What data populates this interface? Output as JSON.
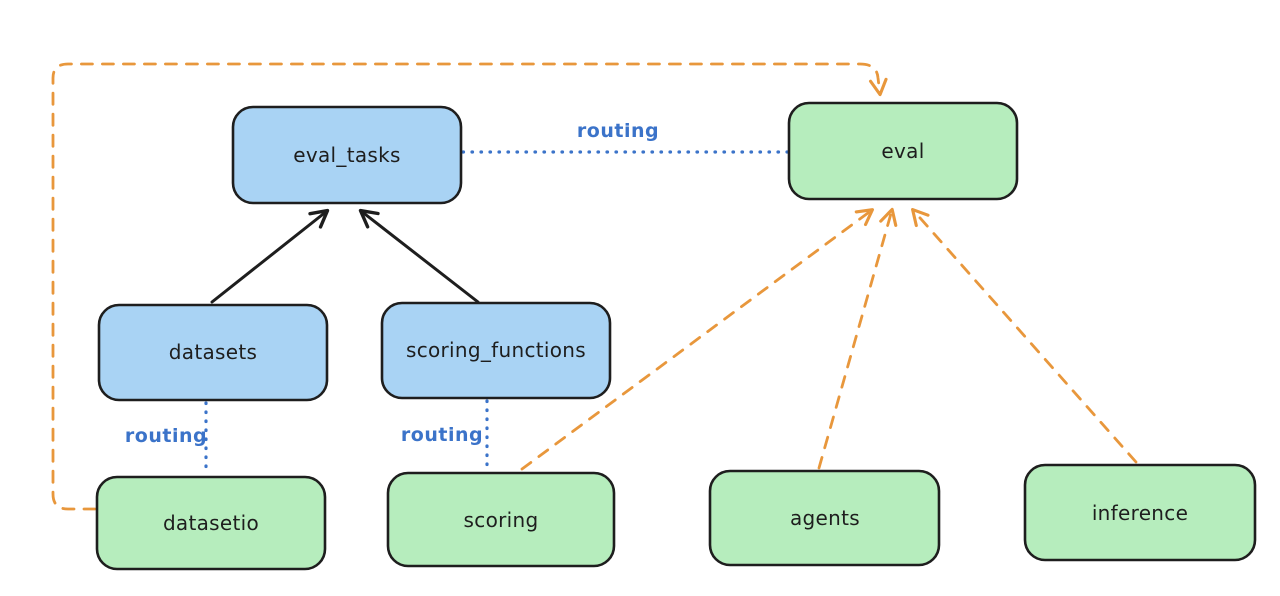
{
  "diagram": {
    "colors": {
      "bg": "#ffffff",
      "ink": "#1e1e1e",
      "blue_fill": "#a9d3f4",
      "green_fill": "#b6edbd",
      "routing_blue": "#3b73c9",
      "orange": "#e8973c"
    },
    "nodes": [
      {
        "id": "eval_tasks",
        "label": "eval_tasks",
        "kind": "blue"
      },
      {
        "id": "eval",
        "label": "eval",
        "kind": "green"
      },
      {
        "id": "datasets",
        "label": "datasets",
        "kind": "blue"
      },
      {
        "id": "scoring_functions",
        "label": "scoring_functions",
        "kind": "blue"
      },
      {
        "id": "datasetio",
        "label": "datasetio",
        "kind": "green"
      },
      {
        "id": "scoring",
        "label": "scoring",
        "kind": "green"
      },
      {
        "id": "agents",
        "label": "agents",
        "kind": "green"
      },
      {
        "id": "inference",
        "label": "inference",
        "kind": "green"
      }
    ],
    "edges": [
      {
        "from": "datasets",
        "to": "eval_tasks",
        "style": "solid-black-arrow",
        "label": ""
      },
      {
        "from": "scoring_functions",
        "to": "eval_tasks",
        "style": "solid-black-arrow",
        "label": ""
      },
      {
        "from": "eval_tasks",
        "to": "eval",
        "style": "dotted-blue",
        "label": "routing"
      },
      {
        "from": "datasets",
        "to": "datasetio",
        "style": "dotted-blue",
        "label": "routing"
      },
      {
        "from": "scoring_functions",
        "to": "scoring",
        "style": "dotted-blue",
        "label": "routing"
      },
      {
        "from": "datasetio",
        "to": "eval",
        "style": "dashed-orange-arrow",
        "label": ""
      },
      {
        "from": "scoring",
        "to": "eval",
        "style": "dashed-orange-arrow",
        "label": ""
      },
      {
        "from": "agents",
        "to": "eval",
        "style": "dashed-orange-arrow",
        "label": ""
      },
      {
        "from": "inference",
        "to": "eval",
        "style": "dashed-orange-arrow",
        "label": ""
      }
    ]
  }
}
